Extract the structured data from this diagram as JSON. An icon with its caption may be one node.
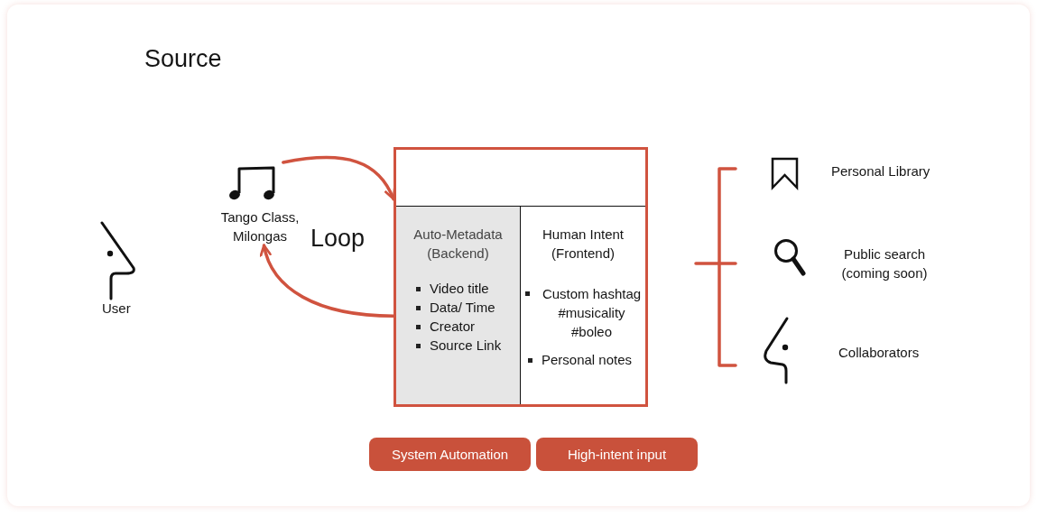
{
  "diagram": {
    "nodes": [
      {
        "text": [],
        "shape": "box"
      },
      {
        "text": [
          "Auto-Metadata (Backend)",
          "Video title",
          "Data/ Time",
          "Creator",
          "Source Link"
        ],
        "in": 0
      },
      {
        "text": [
          "Human Intent (Frontend)",
          "Custom hashtag #musicality #boleo",
          "Personal notes"
        ],
        "in": 0
      },
      {
        "text": [
          "Tango Class, Milongas"
        ]
      },
      {
        "text": [
          "System Automation"
        ]
      },
      {
        "text": [
          "High-intent input"
        ]
      }
    ],
    "edges": [
      {
        "from": 3,
        "to": 0,
        "arrow": "to"
      },
      {
        "from": 0,
        "to": 3,
        "arrow": "to"
      }
    ],
    "labels": [
      "Source",
      "Loop",
      "User",
      "Personal Library",
      "Public search (coming soon)",
      "Collaborators"
    ]
  }
}
